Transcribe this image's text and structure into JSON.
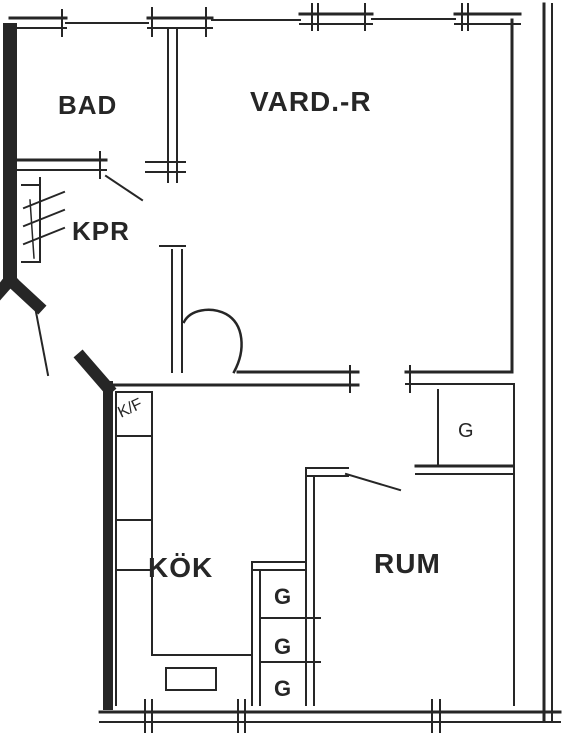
{
  "rooms": {
    "bad": "BAD",
    "vardagsrum": "VARD.-R",
    "klappar": "KPR",
    "kok": "KÖK",
    "rum": "RUM"
  },
  "marks": {
    "kf": "K/F",
    "g": "G"
  },
  "colors": {
    "ink": "#262626",
    "paper": "#ffffff"
  }
}
